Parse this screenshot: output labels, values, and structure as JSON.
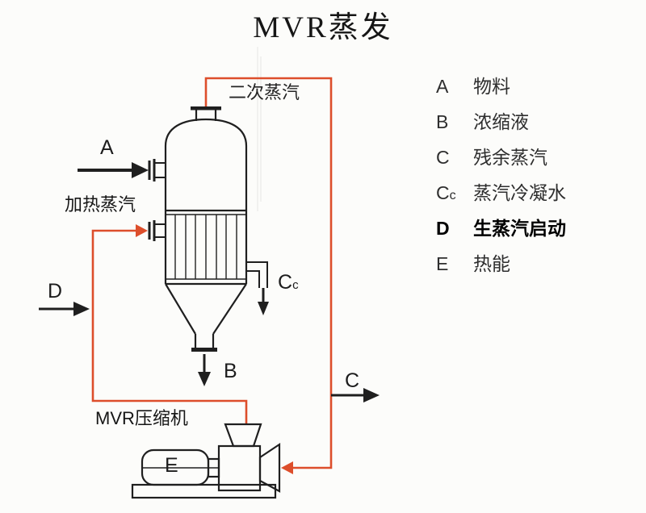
{
  "colors": {
    "ink": "#1f1f1f",
    "steam": "#dd4e2b",
    "text": "#262626"
  },
  "title": "MVR蒸发",
  "diagram_labels": {
    "secondary_steam": "二次蒸汽",
    "feed": "A",
    "heating_steam": "加热蒸汽",
    "startup": "D",
    "condensate_c": "C",
    "condensate_sub": "c",
    "concentrate": "B",
    "residual": "C",
    "compressor": "MVR压缩机",
    "energy": "E"
  },
  "legend": {
    "items": [
      {
        "key": "A",
        "label": "物料"
      },
      {
        "key": "B",
        "label": "浓缩液"
      },
      {
        "key": "C",
        "label": "残余蒸汽"
      },
      {
        "key": "C",
        "key_sub": "c",
        "label": "蒸汽冷凝水"
      },
      {
        "key": "D",
        "label": "生蒸汽启动"
      },
      {
        "key": "E",
        "label": "热能"
      }
    ]
  }
}
